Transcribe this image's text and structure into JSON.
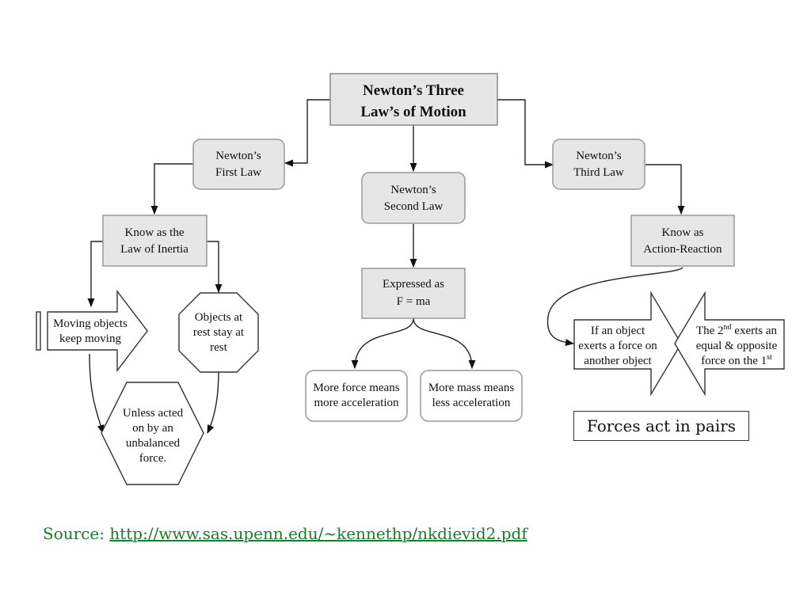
{
  "diagram": {
    "title": [
      "Newton’s Three",
      "Law’s of Motion"
    ],
    "first_law": [
      "Newton’s",
      "First Law"
    ],
    "second_law": [
      "Newton’s",
      "Second Law"
    ],
    "third_law": [
      "Newton’s",
      "Third Law"
    ],
    "inertia": [
      "Know as the",
      "Law of Inertia"
    ],
    "moving": [
      "Moving objects",
      "keep moving"
    ],
    "rest": [
      "Objects at",
      "rest stay at",
      "rest"
    ],
    "unbalanced": [
      "Unless acted",
      "on by an",
      "unbalanced",
      "force."
    ],
    "expressed": [
      "Expressed as",
      "F = ma"
    ],
    "more_force": [
      "More force means",
      "more acceleration"
    ],
    "more_mass": [
      "More mass means",
      "less acceleration"
    ],
    "action_reaction": [
      "Know as",
      "Action-Reaction"
    ],
    "if_object": [
      "If an object",
      "exerts a force on",
      "another object"
    ],
    "second_exerts": {
      "line1_pre": "The 2",
      "line1_sup": "nd",
      "line1_post": " exerts an",
      "line2": "equal & opposite",
      "line3_pre": "force on the 1",
      "line3_sup": "st"
    }
  },
  "callout": "Forces act in pairs",
  "source": {
    "label": "Source: ",
    "url": "http://www.sas.upenn.edu/~kennethp/nkdievid2.pdf"
  }
}
